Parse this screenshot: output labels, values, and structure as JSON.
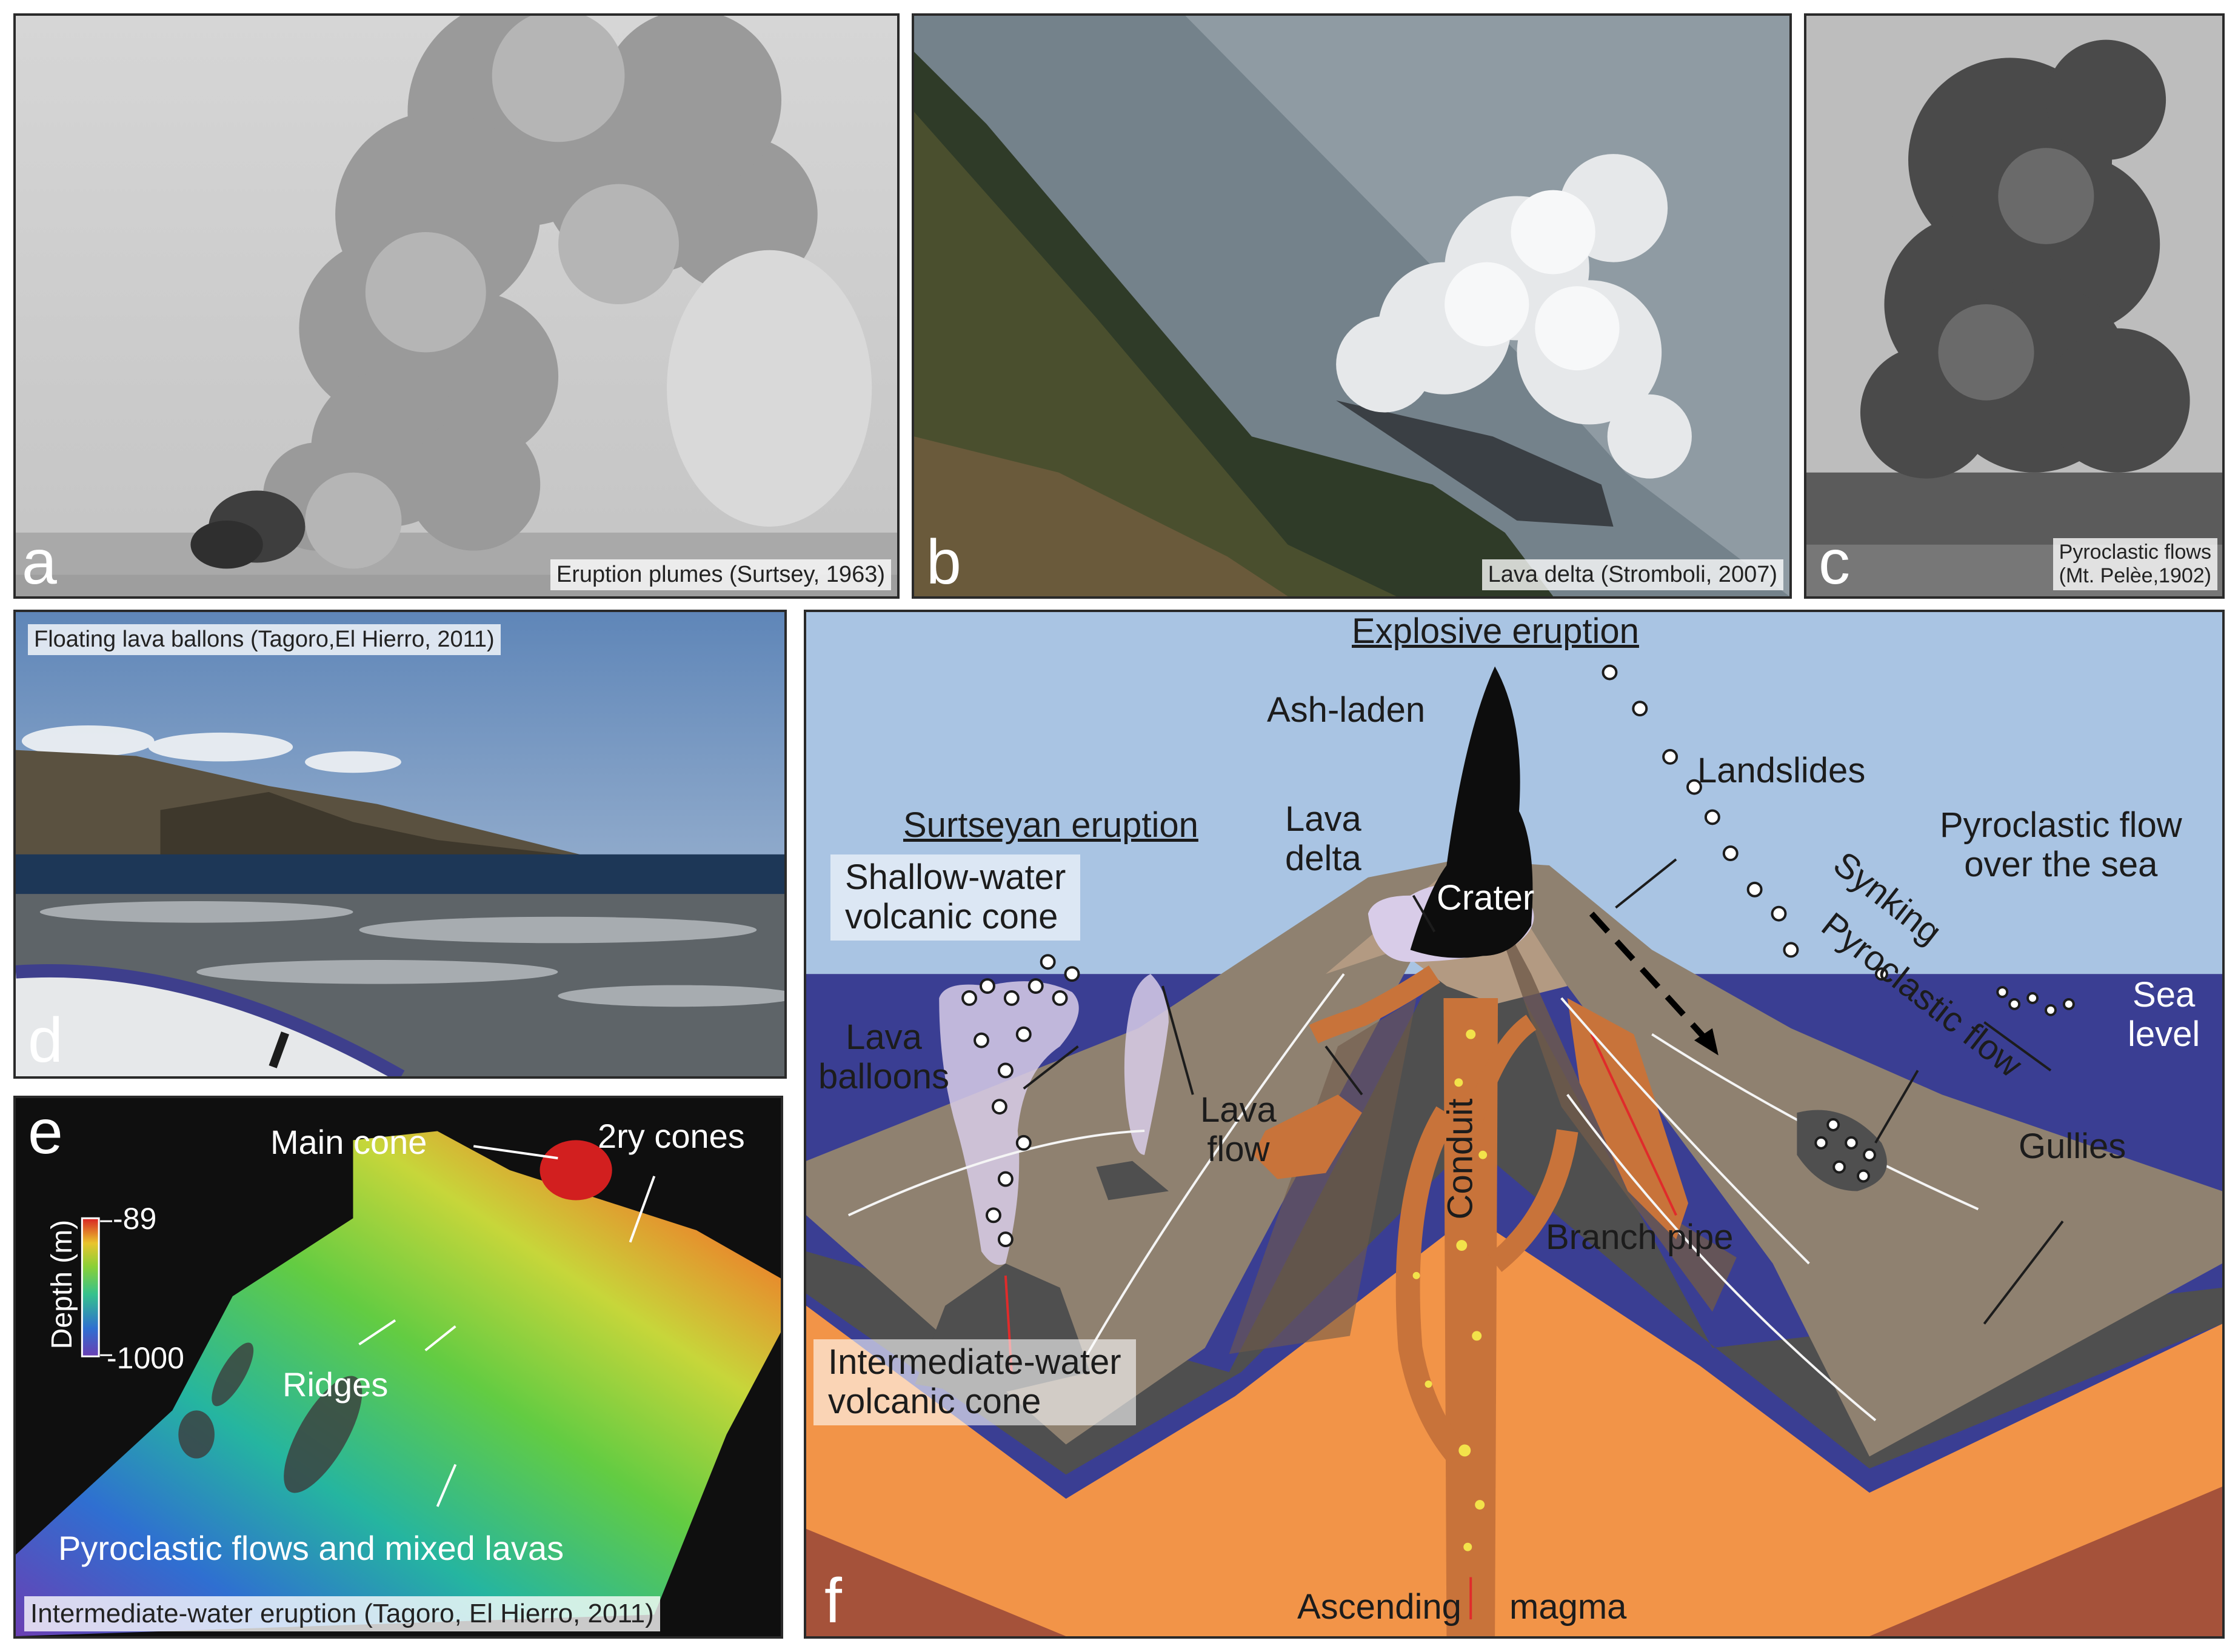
{
  "panels": {
    "a": {
      "letter": "a",
      "caption": "Eruption plumes (Surtsey, 1963)"
    },
    "b": {
      "letter": "b",
      "caption": "Lava delta (Stromboli, 2007)"
    },
    "c": {
      "letter": "c",
      "caption_line1": "Pyroclastic flows",
      "caption_line2": "(Mt. Pelèe,1902)"
    },
    "d": {
      "letter": "d",
      "caption": "Floating lava ballons (Tagoro,El Hierro, 2011)"
    },
    "e": {
      "letter": "e",
      "colorbar_title": "Depth (m)",
      "colorbar_max": "-89",
      "colorbar_min": "-1000",
      "labels": {
        "main_cone": "Main cone",
        "secondary_cones": "2ry cones",
        "ridges": "Ridges",
        "pyroclastic": "Pyroclastic flows and mixed lavas"
      },
      "caption": "Intermediate-water eruption (Tagoro, El Hierro, 2011)"
    },
    "f": {
      "letter": "f",
      "labels": {
        "explosive_eruption": "Explosive eruption",
        "ash_laden": "Ash-laden",
        "landslides": "Landslides",
        "surtseyan_eruption": "Surtseyan eruption",
        "lava_delta_line1": "Lava",
        "lava_delta_line2": "delta",
        "crater": "Crater",
        "shallow_cone_line1": "Shallow-water",
        "shallow_cone_line2": "volcanic cone",
        "synking": "Synking",
        "pyroclastic_flow": "Pyroclastic flow",
        "pyro_sea_line1": "Pyroclastic flow",
        "pyro_sea_line2": "over the sea",
        "sea_level_line1": "Sea",
        "sea_level_line2": "level",
        "lava_balloons_line1": "Lava",
        "lava_balloons_line2": "balloons",
        "lava_flow_line1": "Lava",
        "lava_flow_line2": "flow",
        "conduit": "Conduit",
        "gullies": "Gullies",
        "branch_pipe": "Branch pipe",
        "intermediate_cone_line1": "Intermediate-water",
        "intermediate_cone_line2": "volcanic cone",
        "ascending": "Ascending",
        "magma": "magma"
      }
    }
  },
  "colors": {
    "sky": "#a9c4e3",
    "sea": "#3a3e93",
    "rock": "#8f8170",
    "crust_dark": "#4f4f4f",
    "lava": "#c8733a",
    "magma": "#f29448",
    "deep_crust": "#a5523a"
  }
}
